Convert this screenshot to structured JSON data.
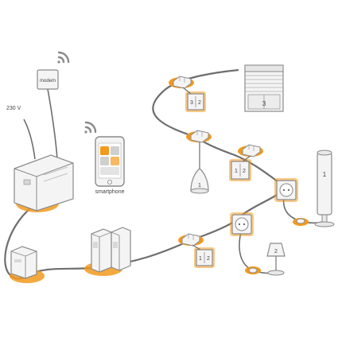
{
  "labels": {
    "voltage": "230 V",
    "modem": "modem",
    "smartphone": "smartphone",
    "switch_left": "1",
    "switch_right": "2",
    "shutter_switch_left": "3",
    "shutter_switch_right": "2",
    "shutter_number": "3",
    "pendant_number": "1",
    "floor_lamp_number": "1",
    "table_lamp_number": "2",
    "lower_switch_left": "1",
    "lower_switch_right": "2"
  },
  "colors": {
    "line": "#6e6e6e",
    "accent": "#f29a1d",
    "device_fill": "#f4f4f4",
    "device_stroke": "#8a8a8a"
  },
  "icons": {
    "wifi_modem": "wifi-signal-icon",
    "wifi_phone": "wifi-signal-icon"
  }
}
